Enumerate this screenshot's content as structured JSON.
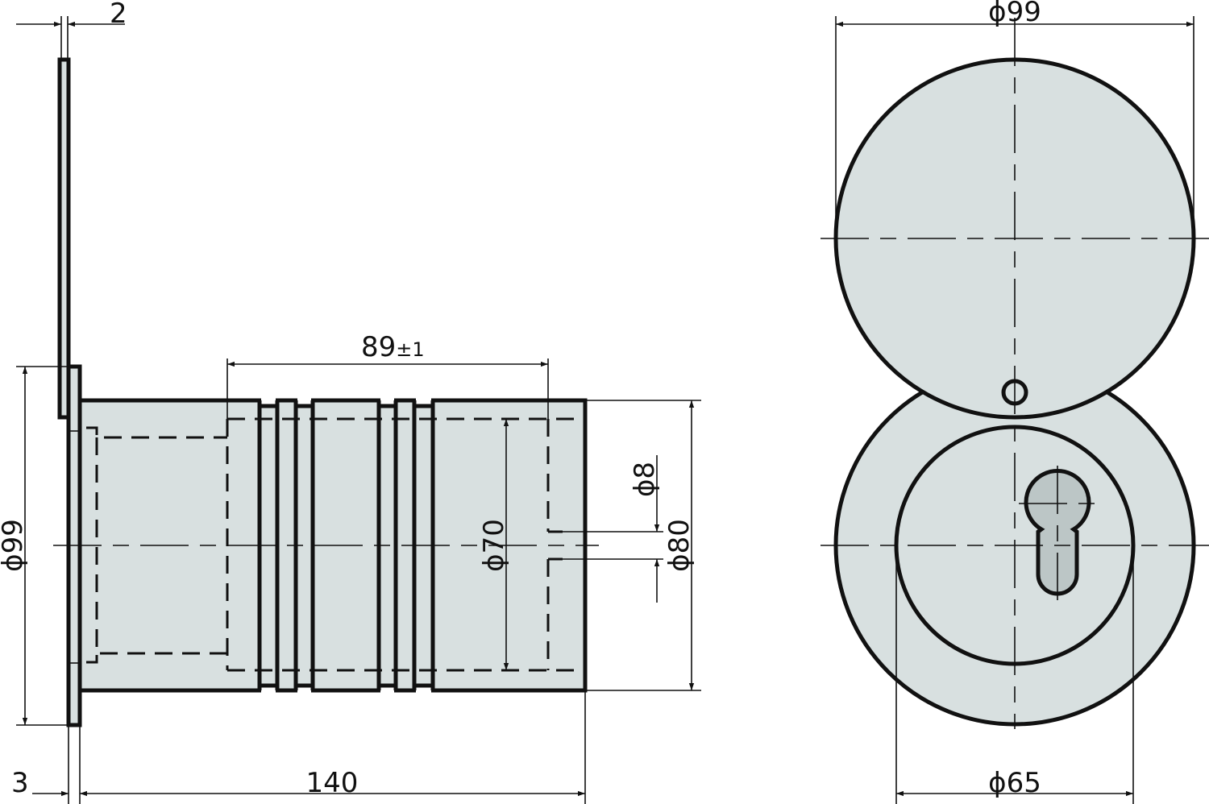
{
  "colors": {
    "fill": "#d8e0e0",
    "keyhole_fill": "#bcc6c6",
    "line": "#111111"
  },
  "side_view": {
    "dims": {
      "plate_thickness": "2",
      "flange_thickness": "3",
      "length": "140",
      "hole_spacing": "89",
      "hole_spacing_tol": "±1",
      "flange_dia": "ϕ99",
      "inner_dia": "ϕ70",
      "hole_dia": "ϕ8",
      "body_dia": "ϕ80"
    }
  },
  "front_view": {
    "dims": {
      "cover_dia": "ϕ99",
      "inner_dia": "ϕ65"
    }
  }
}
